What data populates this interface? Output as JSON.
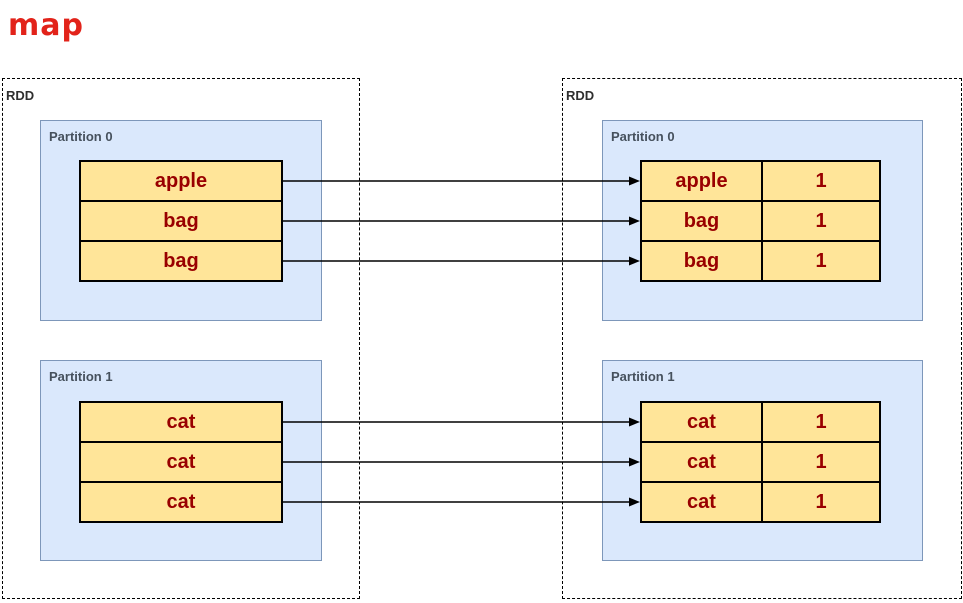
{
  "title": "map",
  "left_rdd": {
    "label": "RDD",
    "partitions": [
      {
        "label": "Partition 0",
        "items": [
          "apple",
          "bag",
          "bag"
        ]
      },
      {
        "label": "Partition 1",
        "items": [
          "cat",
          "cat",
          "cat"
        ]
      }
    ]
  },
  "right_rdd": {
    "label": "RDD",
    "partitions": [
      {
        "label": "Partition 0",
        "rows": [
          [
            "apple",
            "1"
          ],
          [
            "bag",
            "1"
          ],
          [
            "bag",
            "1"
          ]
        ]
      },
      {
        "label": "Partition 1",
        "rows": [
          [
            "cat",
            "1"
          ],
          [
            "cat",
            "1"
          ],
          [
            "cat",
            "1"
          ]
        ]
      }
    ]
  },
  "arrows": {
    "count": 6,
    "direction": "left-to-right"
  },
  "colors": {
    "title": "#e2231a",
    "cell_fill": "#ffe599",
    "cell_border": "#000000",
    "cell_text": "#990000",
    "partition_fill": "#dae8fc",
    "partition_border": "#7d97ba",
    "partition_label_text": "#46515d",
    "rdd_label_text": "#2f2f2f",
    "arrow": "#000000"
  }
}
